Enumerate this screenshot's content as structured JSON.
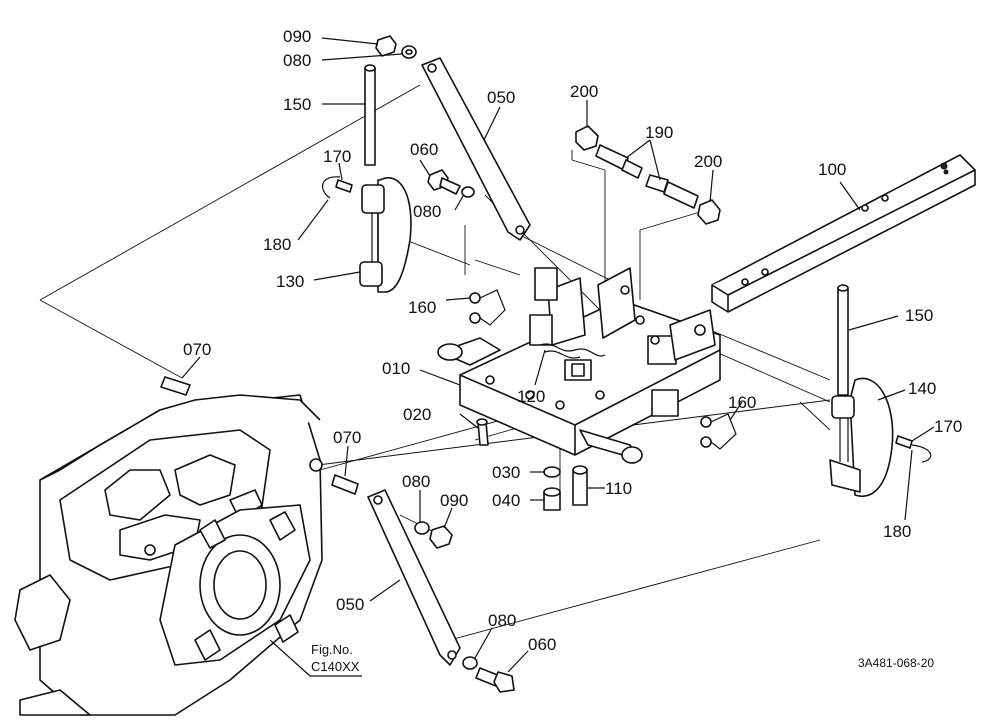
{
  "diagram": {
    "drawing_code": "3A481-068-20",
    "fig_label_line1": "Fig.No.",
    "fig_label_line2": "C140XX",
    "labels": [
      {
        "id": "label-090-top",
        "text": "090"
      },
      {
        "id": "label-080-top",
        "text": "080"
      },
      {
        "id": "label-150-left",
        "text": "150"
      },
      {
        "id": "label-050-top",
        "text": "050"
      },
      {
        "id": "label-170-left",
        "text": "170"
      },
      {
        "id": "label-060-top",
        "text": "060"
      },
      {
        "id": "label-080-mid",
        "text": "080"
      },
      {
        "id": "label-180-left",
        "text": "180"
      },
      {
        "id": "label-130",
        "text": "130"
      },
      {
        "id": "label-200-left",
        "text": "200"
      },
      {
        "id": "label-190",
        "text": "190"
      },
      {
        "id": "label-200-right",
        "text": "200"
      },
      {
        "id": "label-100",
        "text": "100"
      },
      {
        "id": "label-160-left",
        "text": "160"
      },
      {
        "id": "label-120",
        "text": "120"
      },
      {
        "id": "label-010",
        "text": "010"
      },
      {
        "id": "label-070-left",
        "text": "070"
      },
      {
        "id": "label-150-right",
        "text": "150"
      },
      {
        "id": "label-140",
        "text": "140"
      },
      {
        "id": "label-170-right",
        "text": "170"
      },
      {
        "id": "label-160-right",
        "text": "160"
      },
      {
        "id": "label-020",
        "text": "020"
      },
      {
        "id": "label-070-mid",
        "text": "070"
      },
      {
        "id": "label-080-low",
        "text": "080"
      },
      {
        "id": "label-090-low",
        "text": "090"
      },
      {
        "id": "label-030",
        "text": "030"
      },
      {
        "id": "label-040",
        "text": "040"
      },
      {
        "id": "label-110",
        "text": "110"
      },
      {
        "id": "label-180-right",
        "text": "180"
      },
      {
        "id": "label-050-low",
        "text": "050"
      },
      {
        "id": "label-080-bottom",
        "text": "080"
      },
      {
        "id": "label-060-bottom",
        "text": "060"
      }
    ]
  }
}
